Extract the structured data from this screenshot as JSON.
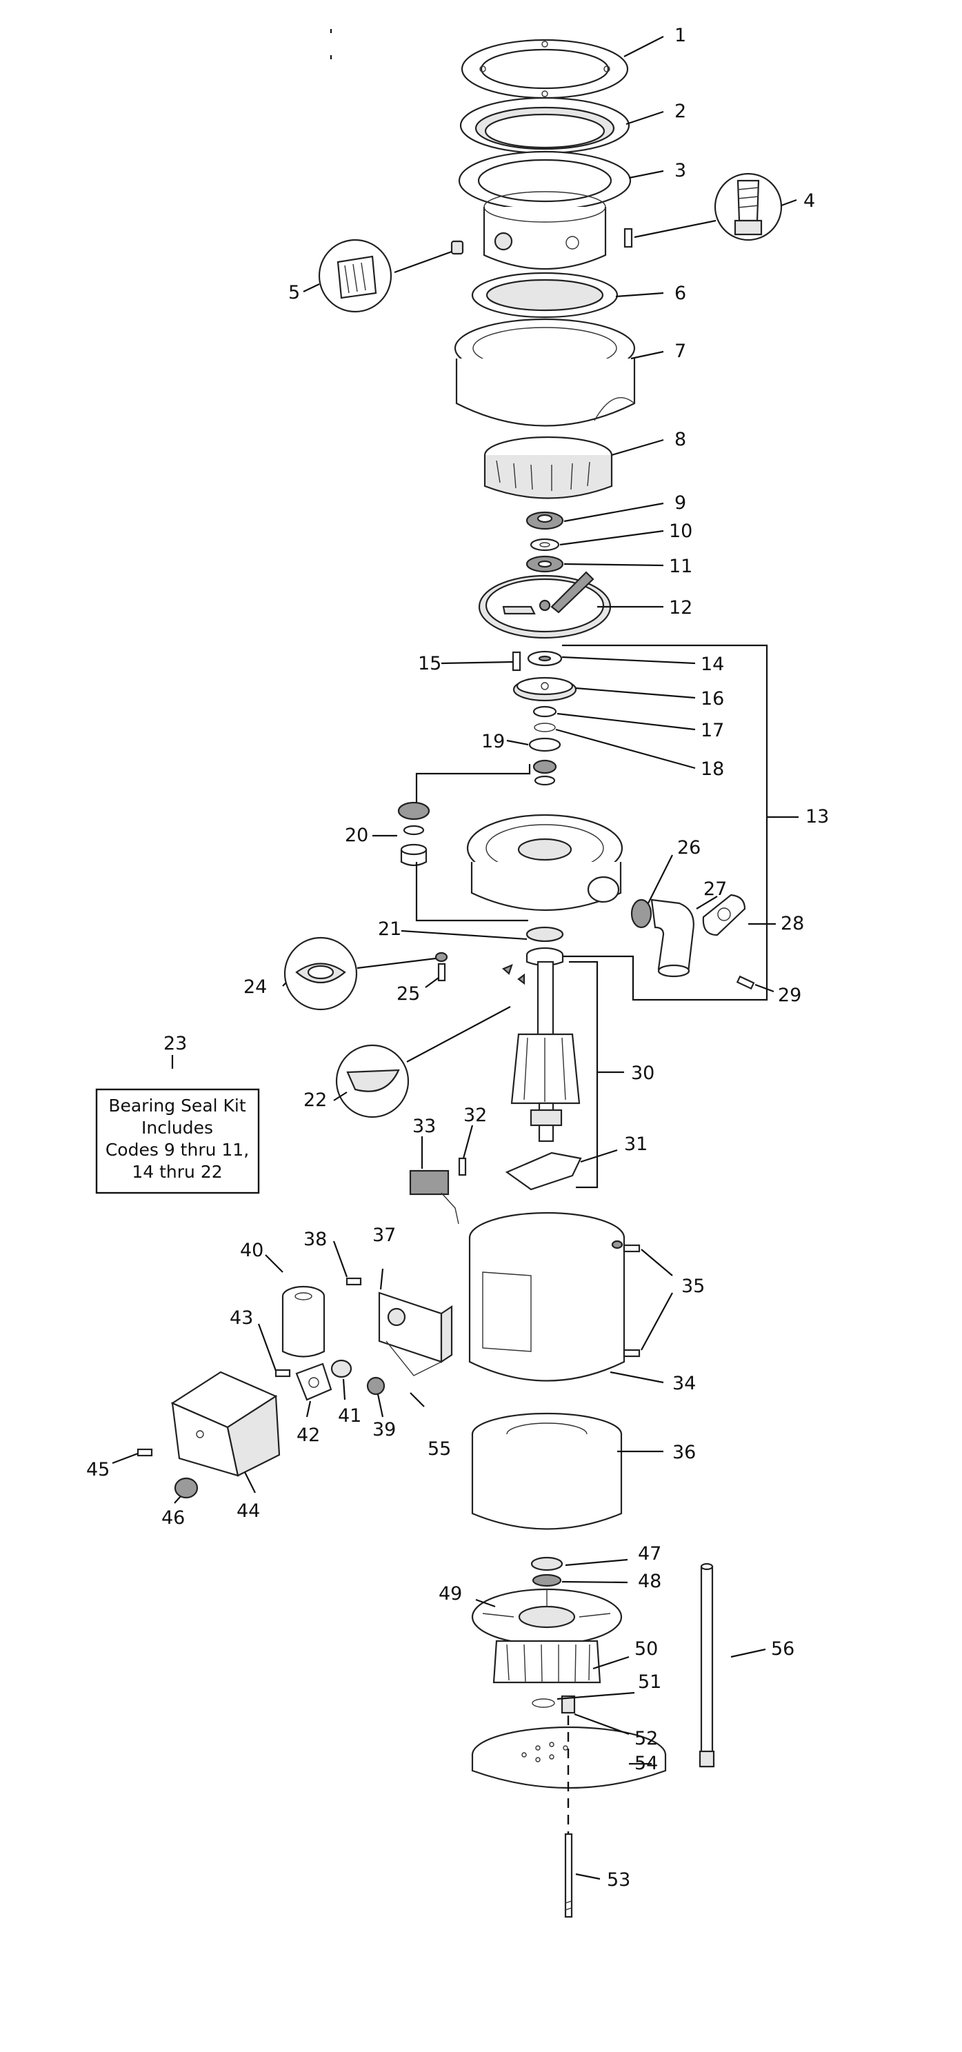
{
  "callouts": [
    "1",
    "2",
    "3",
    "4",
    "5",
    "6",
    "7",
    "8",
    "9",
    "10",
    "11",
    "12",
    "13",
    "14",
    "15",
    "16",
    "17",
    "18",
    "19",
    "20",
    "21",
    "22",
    "23",
    "24",
    "25",
    "26",
    "27",
    "28",
    "29",
    "30",
    "31",
    "32",
    "33",
    "34",
    "35",
    "36",
    "37",
    "38",
    "39",
    "40",
    "41",
    "42",
    "43",
    "44",
    "45",
    "46",
    "47",
    "48",
    "49",
    "50",
    "51",
    "52",
    "53",
    "54",
    "55",
    "56"
  ],
  "kit_box": {
    "line1": "Bearing Seal Kit",
    "line2": "Includes",
    "line3": "Codes 9 thru 11,",
    "line4": "14 thru 22"
  },
  "colors": {
    "line": "#111111",
    "fill_light": "#e6e6e6",
    "fill_dark": "#9a9a9a"
  }
}
